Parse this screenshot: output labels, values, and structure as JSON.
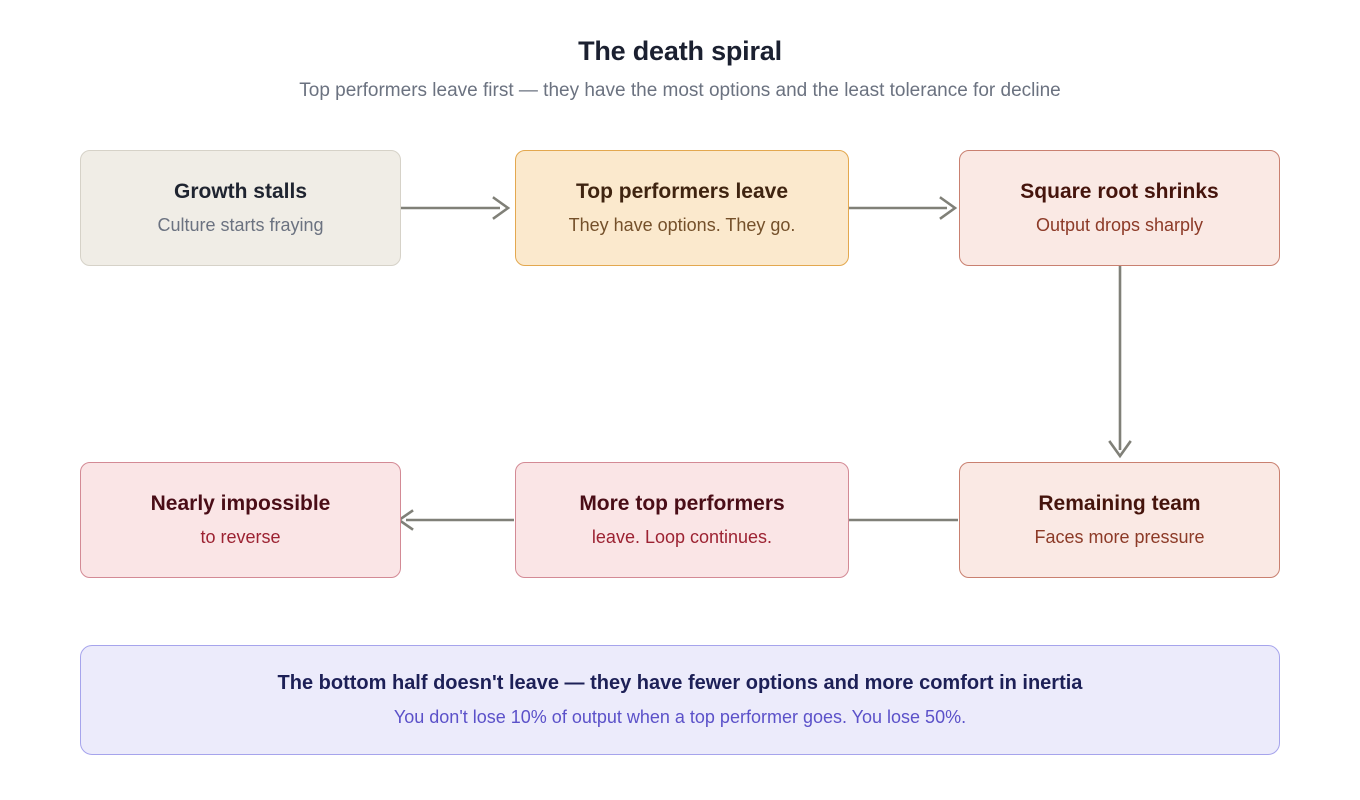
{
  "header": {
    "title": "The death spiral",
    "subtitle": "Top performers leave first — they have the most options and the least tolerance for decline"
  },
  "chart_data": {
    "type": "diagram",
    "diagram_kind": "flowchart-cycle",
    "title": "The death spiral",
    "subtitle": "Top performers leave first — they have the most options and the least tolerance for decline",
    "nodes": [
      {
        "id": "growth-stalls",
        "title": "Growth stalls",
        "sub": "Culture starts fraying",
        "style": "neutral",
        "row": 1,
        "col": 1
      },
      {
        "id": "top-performers-leave",
        "title": "Top performers leave",
        "sub": "They have options. They go.",
        "style": "amber",
        "row": 1,
        "col": 2
      },
      {
        "id": "square-root-shrinks",
        "title": "Square root shrinks",
        "sub": "Output drops sharply",
        "style": "peach",
        "row": 1,
        "col": 3
      },
      {
        "id": "nearly-impossible",
        "title": "Nearly impossible",
        "sub": "to reverse",
        "style": "rose",
        "row": 2,
        "col": 1
      },
      {
        "id": "more-top-performers",
        "title": "More top performers",
        "sub": "leave. Loop continues.",
        "style": "rose",
        "row": 2,
        "col": 2
      },
      {
        "id": "remaining-team",
        "title": "Remaining team",
        "sub": "Faces more pressure",
        "style": "peach",
        "row": 2,
        "col": 3
      }
    ],
    "edges": [
      {
        "from": "growth-stalls",
        "to": "top-performers-leave",
        "direction": "right",
        "arrowhead": true
      },
      {
        "from": "top-performers-leave",
        "to": "square-root-shrinks",
        "direction": "right",
        "arrowhead": true
      },
      {
        "from": "square-root-shrinks",
        "to": "remaining-team",
        "direction": "down",
        "arrowhead": true
      },
      {
        "from": "remaining-team",
        "to": "more-top-performers",
        "direction": "left",
        "arrowhead": false
      },
      {
        "from": "more-top-performers",
        "to": "nearly-impossible",
        "direction": "left",
        "arrowhead": true
      }
    ],
    "colors": {
      "connector": "#808078",
      "neutral_fill": "#f0ede6",
      "neutral_border": "#d6d2c8",
      "amber_fill": "#fbe9cd",
      "amber_border": "#e3a84f",
      "peach_fill": "#fae9e4",
      "peach_border": "#c98070",
      "rose_fill": "#fae5e6",
      "rose_border": "#d38a95",
      "callout_fill": "#ecebfb",
      "callout_border": "#a6a4ec",
      "title_color": "#1b2030",
      "subtitle_color": "#6b7280"
    }
  },
  "callout": {
    "headline": "The bottom half doesn't leave — they have fewer options and more comfort in inertia",
    "detail": "You don't lose 10% of output when a top performer goes. You lose 50%."
  }
}
